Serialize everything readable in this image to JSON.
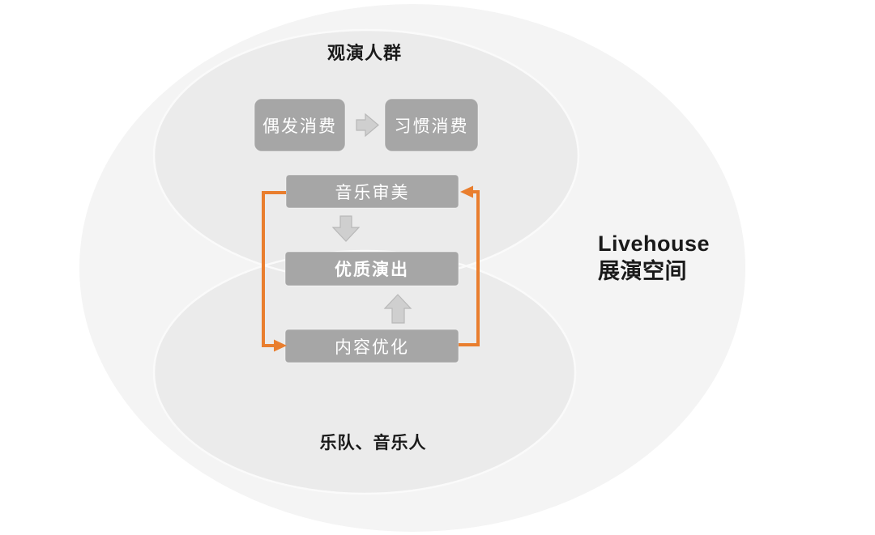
{
  "venn": {
    "outer": {
      "label_en": "Livehouse",
      "label_zh": "展演空间"
    },
    "audience": {
      "label": "观演人群"
    },
    "musicians": {
      "label": "乐队、音乐人"
    }
  },
  "flow": {
    "occasional": "偶发消费",
    "habitual": "习惯消费",
    "aesthetics": "音乐审美",
    "quality": "优质演出",
    "optimization": "内容优化"
  },
  "colors": {
    "page_background": "#FFFFFF",
    "outer_ellipse": "#F4F4F4",
    "inner_ellipse": "#EBEBEB",
    "ellipse_rim": "#FAFAFA",
    "box_gray": "#A6A6A6",
    "block_arrow_fill": "#CFCFCF",
    "block_arrow_stroke": "#B8B8B8",
    "accent_orange": "#E97E2E",
    "heading_text": "#1A1A1A",
    "box_text": "#FFFFFF"
  }
}
